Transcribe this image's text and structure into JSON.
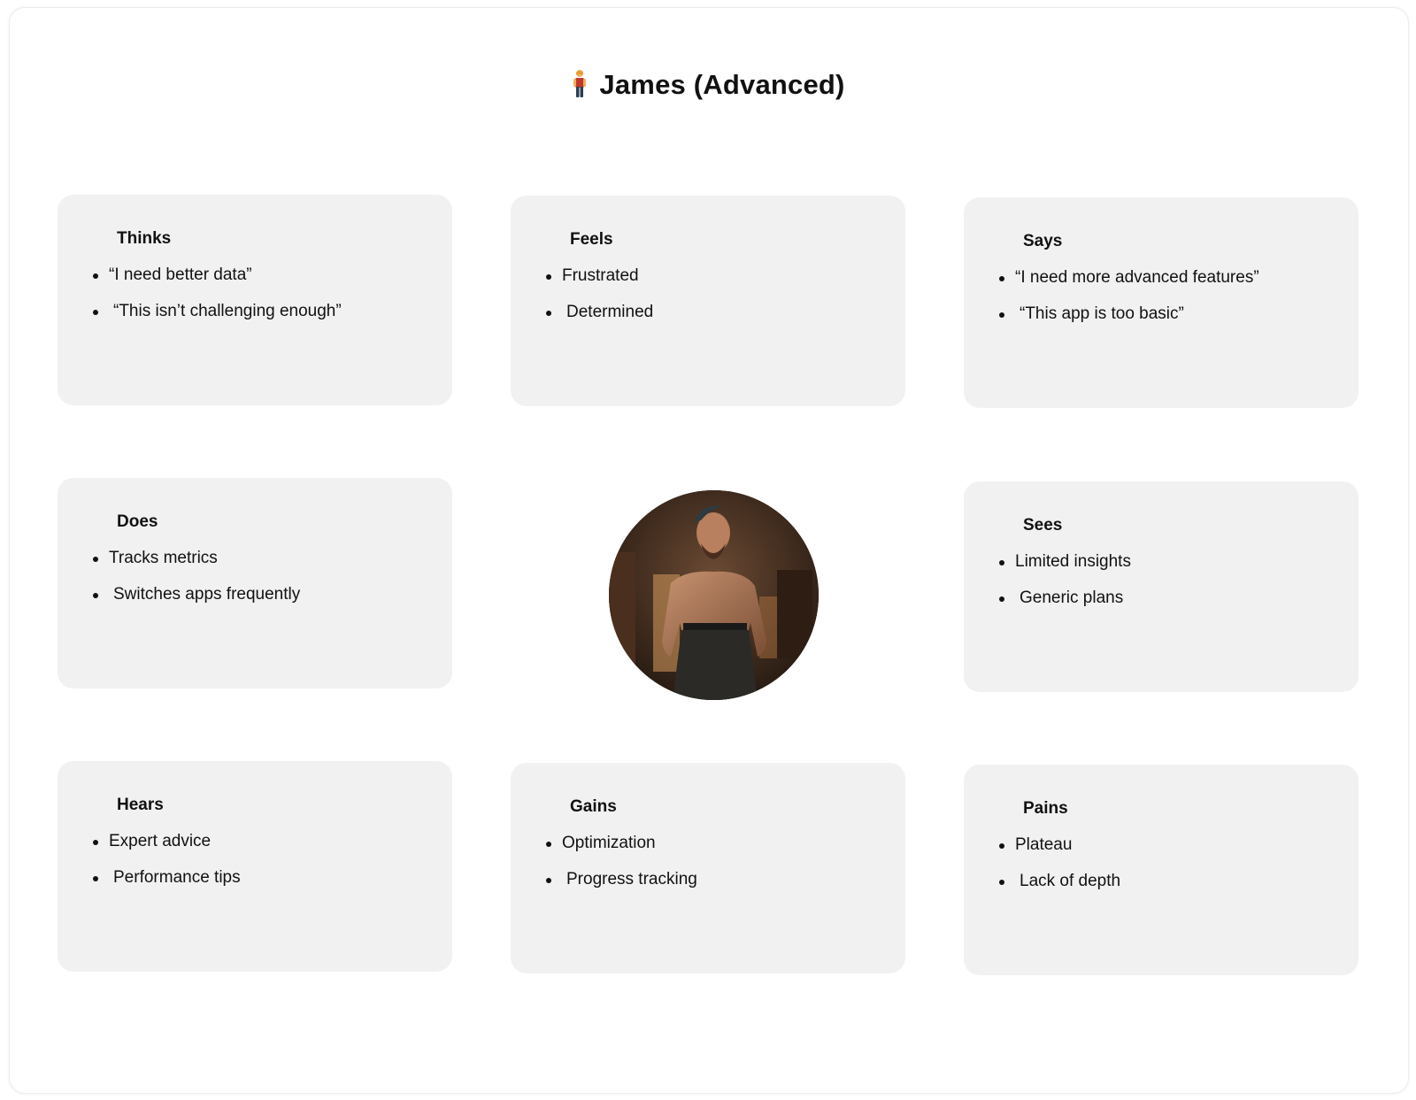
{
  "persona": {
    "title": "James (Advanced)",
    "icon": "person-standing-icon"
  },
  "cards": {
    "thinks": {
      "title": "Thinks",
      "items": [
        "“I need better data”",
        "“This isn’t challenging enough”"
      ]
    },
    "feels": {
      "title": "Feels",
      "items": [
        "Frustrated",
        "Determined"
      ]
    },
    "says": {
      "title": "Says",
      "items": [
        "“I need more advanced features”",
        "“This app is too basic”"
      ]
    },
    "does": {
      "title": "Does",
      "items": [
        "Tracks metrics",
        "Switches apps frequently"
      ]
    },
    "sees": {
      "title": "Sees",
      "items": [
        "Limited insights",
        "Generic plans"
      ]
    },
    "hears": {
      "title": "Hears",
      "items": [
        "Expert advice",
        "Performance tips"
      ]
    },
    "gains": {
      "title": "Gains",
      "items": [
        "Optimization",
        "Progress tracking"
      ]
    },
    "pains": {
      "title": "Pains",
      "items": [
        "Plateau",
        "Lack of depth"
      ]
    }
  },
  "colors": {
    "card_background": "#f1f1f1",
    "text": "#111111",
    "page_background": "#ffffff"
  }
}
